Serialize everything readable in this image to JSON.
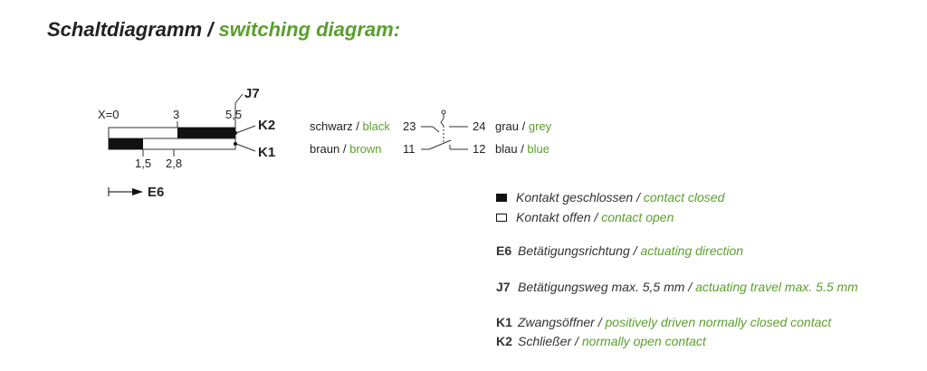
{
  "title": {
    "de": "Schaltdiagramm",
    "sep": "/",
    "en": "switching diagram:"
  },
  "diagram": {
    "x_label": "X=0",
    "top_ticks": [
      "3",
      "5,5"
    ],
    "bottom_ticks": [
      "1,5",
      "2,8"
    ],
    "j7": "J7",
    "k2": "K2",
    "k1": "K1",
    "e6": "E6"
  },
  "wiring": {
    "rows": [
      {
        "de": "schwarz",
        "en": "black",
        "term_left": "23",
        "term_right": "24",
        "right_de": "grau",
        "right_en": "grey"
      },
      {
        "de": "braun",
        "en": "brown",
        "term_left": "11",
        "term_right": "12",
        "right_de": "blau",
        "right_en": "blue"
      }
    ]
  },
  "legend": [
    {
      "code": "",
      "swatch": "filled",
      "de": "Kontakt geschlossen",
      "en": "contact closed"
    },
    {
      "code": "",
      "swatch": "open",
      "de": "Kontakt offen",
      "en": "contact open"
    },
    {
      "code": "E6",
      "swatch": "",
      "de": "Betätigungsrichtung",
      "en": "actuating direction"
    },
    {
      "code": "J7",
      "swatch": "",
      "de": "Betätigungsweg max. 5,5 mm",
      "en": "actuating travel max. 5.5 mm"
    },
    {
      "code": "K1",
      "swatch": "",
      "de": "Zwangsöffner",
      "en": "positively driven normally closed contact"
    },
    {
      "code": "K2",
      "swatch": "",
      "de": "Schließer",
      "en": "normally open contact"
    }
  ],
  "colors": {
    "accent": "#5aa02c",
    "text": "#222222",
    "bar": "#111111"
  }
}
